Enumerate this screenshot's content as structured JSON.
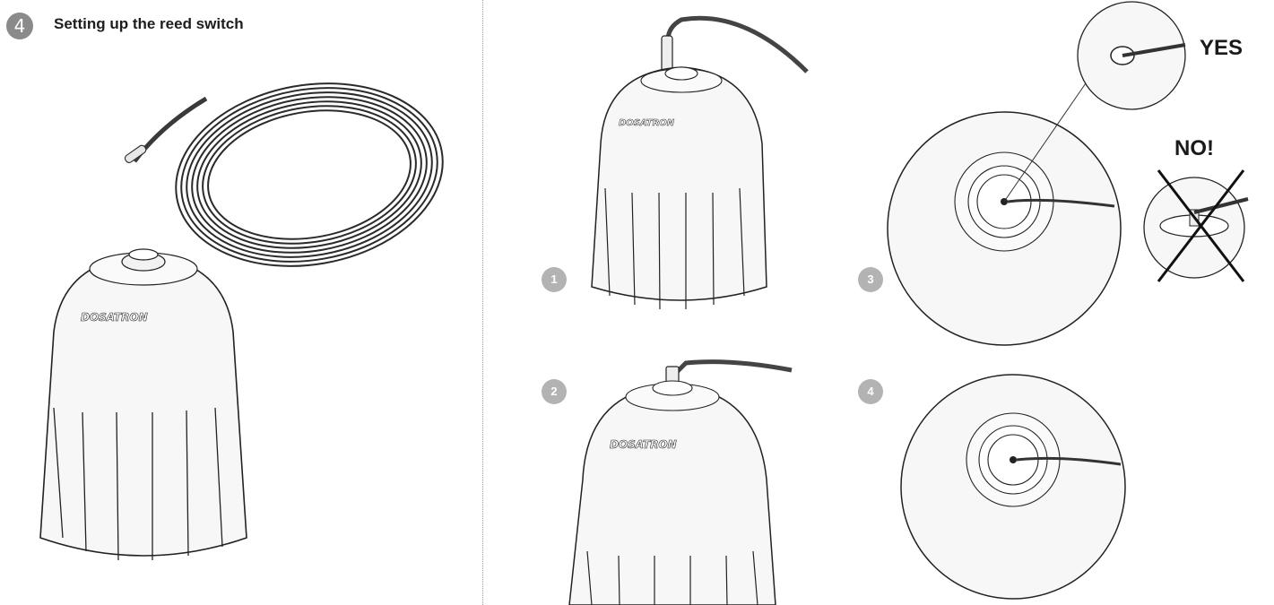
{
  "section": {
    "number": "4",
    "title": "Setting up the reed switch"
  },
  "steps": [
    "1",
    "2",
    "3",
    "4"
  ],
  "labels": {
    "yes": "YES",
    "no": "NO!",
    "brand": "DOSATRON"
  },
  "colors": {
    "badge_dark": "#8a8a8a",
    "badge_light": "#b3b3b3",
    "line": "#1a1a1a"
  }
}
